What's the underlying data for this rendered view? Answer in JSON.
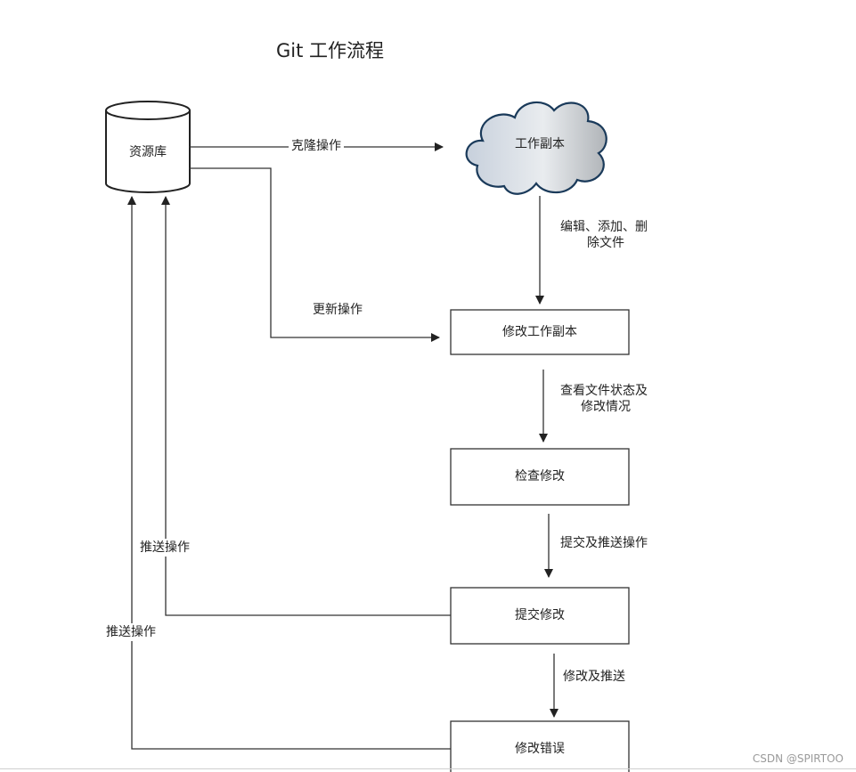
{
  "title": "Git 工作流程",
  "nodes": {
    "repository": "资源库",
    "working_copy": "工作副本",
    "modify_working_copy": "修改工作副本",
    "review_changes": "检查修改",
    "commit_changes": "提交修改",
    "fix_errors": "修改错误"
  },
  "edges": {
    "clone": "克隆操作",
    "update": "更新操作",
    "edit_line1": "编辑、添加、删",
    "edit_line2": "除文件",
    "check_line1": "查看文件状态及",
    "check_line2": "修改情况",
    "commit_push": "提交及推送操作",
    "modify_push": "修改及推送",
    "push_inner": "推送操作",
    "push_outer": "推送操作"
  },
  "watermark": "CSDN @SPIRTOO"
}
